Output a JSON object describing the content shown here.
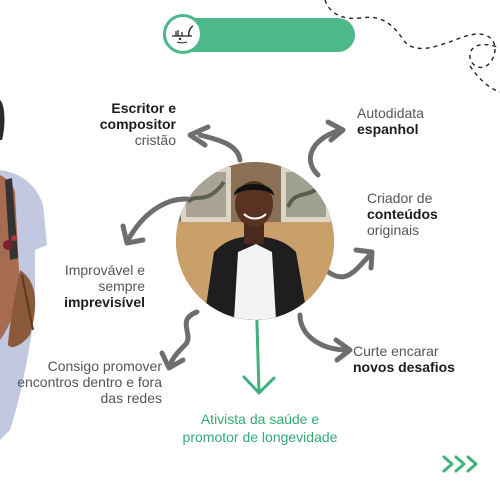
{
  "colors": {
    "accent": "#4db98a",
    "arrow": "#6e6e6e",
    "text": "#1d1d1d"
  },
  "labels": {
    "escritor": {
      "bold": "Escritor e compositor",
      "thin": "cristão"
    },
    "autodidata": {
      "thin": "Autodidata",
      "bold": "espanhol"
    },
    "criador": {
      "thin1": "Criador de",
      "bold": "conteúdos",
      "thin2": "originais"
    },
    "improvavel": {
      "thin": "Improvável e sempre",
      "bold": "imprevisível"
    },
    "consigo": {
      "thin": "Consigo promover encontros dentro e fora das redes"
    },
    "curte": {
      "thin": "Curte encarar",
      "bold": "novos desafios"
    },
    "ativista": {
      "text": "Ativista da saúde e promotor de longevidade"
    }
  },
  "icons": {
    "logo": "logo-icon",
    "next": "triple-chevron-right-icon"
  }
}
